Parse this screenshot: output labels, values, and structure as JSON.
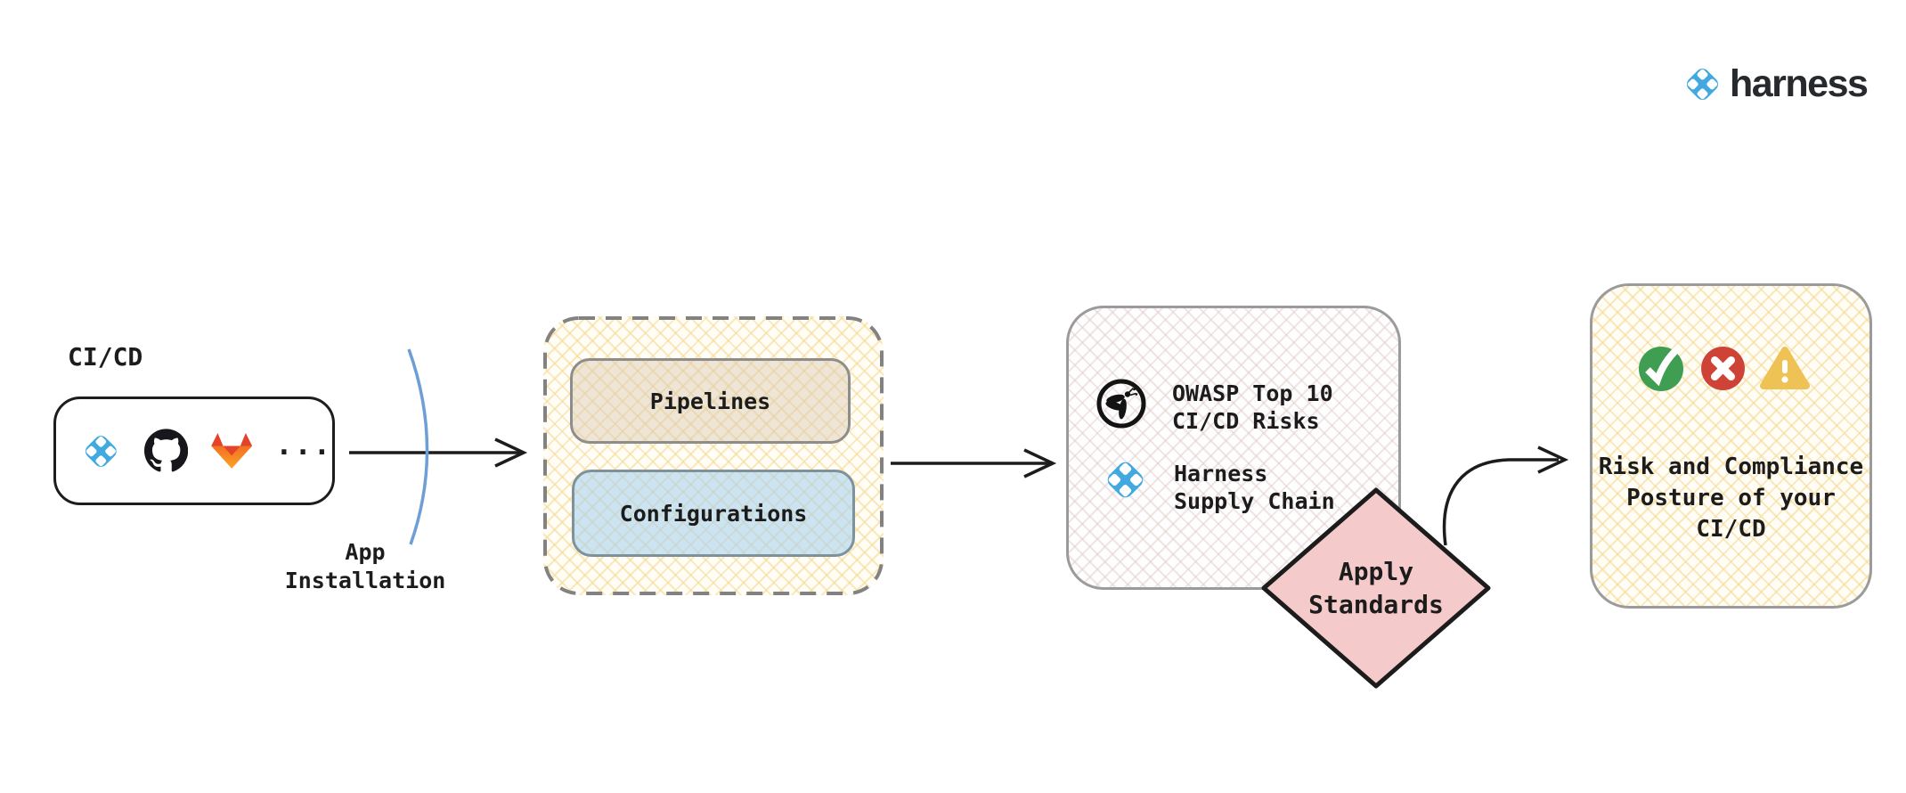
{
  "brand": {
    "wordmark": "harness",
    "logo_icon": "harness-diamond-icon"
  },
  "source": {
    "label": "CI/CD",
    "tool_icons": [
      "harness-icon",
      "github-icon",
      "gitlab-icon"
    ],
    "more_label": "..."
  },
  "connector": {
    "app_installation_line1": "App",
    "app_installation_line2": "Installation"
  },
  "pipeline_group": {
    "pipelines_label": "Pipelines",
    "configurations_label": "Configurations"
  },
  "standards_box": {
    "owasp_line1": "OWASP Top 10",
    "owasp_line2": "CI/CD Risks",
    "harness_line1": "Harness",
    "harness_line2": "Supply Chain"
  },
  "apply_standards": {
    "line1": "Apply",
    "line2": "Standards"
  },
  "result_box": {
    "line1": "Risk and Compliance",
    "line2": "Posture of your",
    "line3": "CI/CD"
  },
  "colors": {
    "harness_blue": "#42a9e0",
    "diamond_pink": "#f5caca",
    "success_green": "#3f9e52",
    "error_red": "#ce4336",
    "warning_amber": "#eec254",
    "pipelines_fill": "#efe7dd",
    "configurations_fill": "#cfe4f4",
    "hatch_yellow_line": "#f3d88c",
    "hatch_pink_line": "#e0cccc",
    "arrow_black": "#1c1c1c",
    "arc_blue": "#6d9ed6"
  }
}
